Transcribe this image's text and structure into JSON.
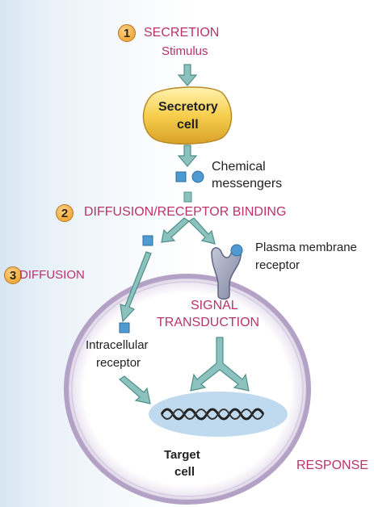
{
  "steps": [
    {
      "number": "1",
      "label": "SECRETION"
    },
    {
      "number": "2",
      "label": "DIFFUSION/RECEPTOR BINDING"
    },
    {
      "number": "3",
      "label": "DIFFUSION"
    }
  ],
  "labels": {
    "stimulus": "Stimulus",
    "secretory_cell_line1": "Secretory",
    "secretory_cell_line2": "cell",
    "chemical_line1": "Chemical",
    "chemical_line2": "messengers",
    "plasma_line1": "Plasma membrane",
    "plasma_line2": "receptor",
    "signal_line1": "SIGNAL",
    "signal_line2": "TRANSDUCTION",
    "intracellular_line1": "Intracellular",
    "intracellular_line2": "receptor",
    "target_line1": "Target",
    "target_line2": "cell",
    "response": "RESPONSE"
  },
  "colors": {
    "accent_text": "#b8336a",
    "arrow_fill": "#8cc2bd",
    "arrow_stroke": "#4f8f8a",
    "messenger_fill": "#4f9bd1",
    "secretory_cell": "#f3c64a",
    "nucleus": "#bcd8ee",
    "receptor": "#9aa0b8",
    "cell_membrane": "#b9a7c9"
  }
}
